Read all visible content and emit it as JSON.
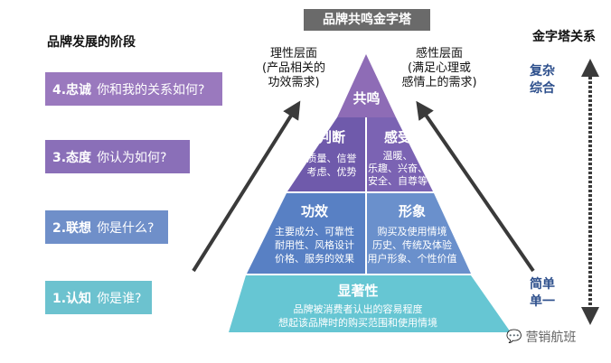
{
  "left_title": "品牌发展的阶段",
  "stages": [
    {
      "num": "4.忠诚",
      "q": "你和我的关系如何?",
      "color": "#9a79be"
    },
    {
      "num": "3.态度",
      "q": "你认为如何?",
      "color": "#8a6fb8"
    },
    {
      "num": "2.联想",
      "q": "你是什么?",
      "color": "#6f8fc9"
    },
    {
      "num": "1.认知",
      "q": "你是谁?",
      "color": "#6cc2cf"
    }
  ],
  "pyramid_title": "品牌共鸣金字塔",
  "rational": [
    "理性层面",
    "(产品相关的",
    "功效需求)"
  ],
  "emotional": [
    "感性层面",
    "(满足心理或",
    "感情上的需求)"
  ],
  "levels": {
    "resonance": "共鸣",
    "judgment": {
      "title": "判断",
      "lines": [
        "质量、信誉",
        "考虑、优势"
      ]
    },
    "feeling": {
      "title": "感受",
      "lines": [
        "温暖、",
        "乐趣、兴奋、",
        "安全、自尊等"
      ]
    },
    "performance": {
      "title": "功效",
      "lines": [
        "主要成分、可靠性",
        "耐用性、风格设计",
        "价格、服务的效果"
      ]
    },
    "imagery": {
      "title": "形象",
      "lines": [
        "购买及使用情境",
        "历史、传统及体验",
        "用户形象、个性价值"
      ]
    },
    "salience": {
      "title": "显著性",
      "lines": [
        "品牌被消费者认出的容易程度",
        "想起该品牌时的购买范围和使用情境"
      ]
    }
  },
  "right_title": "金字塔关系",
  "complex": [
    "复杂",
    "综合"
  ],
  "simple": [
    "简单",
    "单一"
  ],
  "watermark": "营销航班",
  "colors": {
    "top": "#8e6cb6",
    "judge": "#6f5aab",
    "feel": "#7b63b3",
    "perf": "#5880c4",
    "img": "#6a90cc",
    "base": "#66c6d3",
    "arrow": "#3a3a3a"
  }
}
